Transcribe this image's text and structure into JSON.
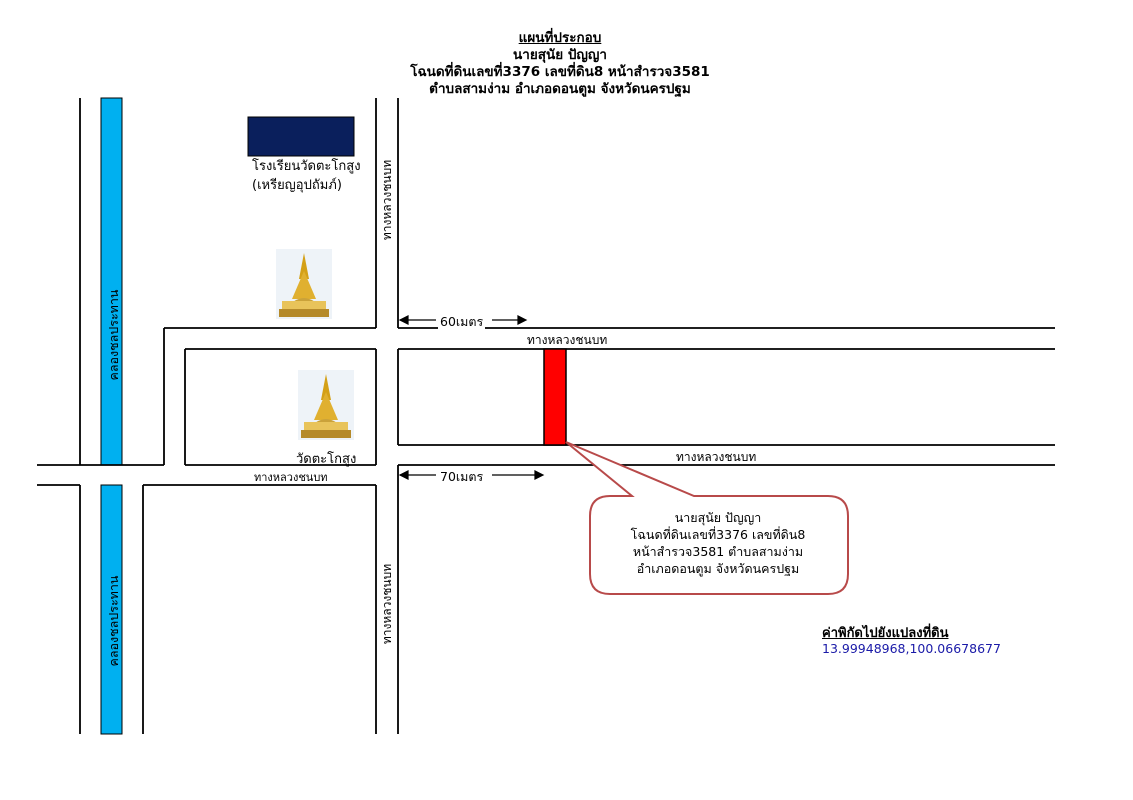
{
  "title": {
    "heading": "แผนที่ประกอบ",
    "owner": "นายสุนัย ปัญญา",
    "deed": "โฉนดที่ดินเลขที่3376 เลขที่ดิน8 หน้าสำรวจ3581",
    "location": "ตำบลสามง่าม อำเภอดอนตูม จังหวัดนครปฐม"
  },
  "labels": {
    "school_line1": "โรงเรียนวัดตะโกสูง",
    "school_line2": "(เหรียญอุปถัมภ์)",
    "temple": "วัดตะโกสูง",
    "canal_upper": "คลองชลประทาน",
    "canal_lower": "คลองชลประทาน",
    "road_vertical_upper": "ทางหลวงชนบท",
    "road_vertical_lower": "ทางหลวงชนบท",
    "road_top": "ทางหลวงชนบท",
    "road_right": "ทางหลวงชนบท",
    "road_left_bottom": "ทางหลวงชนบท",
    "distance_60": "60เมตร",
    "distance_70": "70เมตร"
  },
  "callout": {
    "line1": "นายสุนัย ปัญญา",
    "line2": "โฉนดที่ดินเลขที่3376 เลขที่ดิน8",
    "line3": "หน้าสำรวจ3581 ตำบลสามง่าม",
    "line4": "อำเภอดอนตูม จังหวัดนครปฐม"
  },
  "coordinates": {
    "title": "ค่าพิกัดไปยังแปลงที่ดิน",
    "value": "13.99948968,100.06678677"
  },
  "colors": {
    "canal": "#00b0f0",
    "school_building": "#0a1f5c",
    "plot": "#ff0000",
    "callout_border": "#b84a4a",
    "coordinate_text": "#1a1aa8"
  },
  "icons": {
    "pagoda_upper": "golden-pagoda-icon",
    "pagoda_lower": "golden-pagoda-icon",
    "school": "school-building-icon"
  }
}
